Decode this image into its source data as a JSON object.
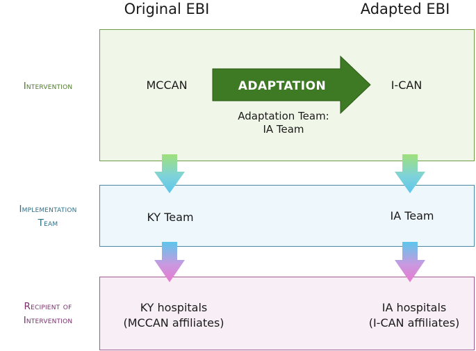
{
  "headers": {
    "original": "Original EBI",
    "adapted": "Adapted EBI"
  },
  "rows": {
    "intervention": {
      "label_lines": [
        "Intervention"
      ],
      "color": "#4e7a2a"
    },
    "implementation": {
      "label_lines": [
        "Implementation",
        "Team"
      ],
      "color": "#2f6f86"
    },
    "recipient": {
      "label_lines": [
        "Recipient of",
        "Intervention"
      ],
      "color": "#7a2f6a"
    }
  },
  "original": {
    "intervention": "MCCAN",
    "team": "KY Team",
    "recipient_lines": [
      "KY hospitals",
      "(MCCAN affiliates)"
    ]
  },
  "adapted": {
    "intervention": "I-CAN",
    "team": "IA Team",
    "recipient_lines": [
      "IA hospitals",
      "(I-CAN affiliates)"
    ]
  },
  "adaptation": {
    "label": "ADAPTATION",
    "team_lines": [
      "Adaptation Team:",
      "IA Team"
    ],
    "arrow_color": "#3e7a24"
  }
}
